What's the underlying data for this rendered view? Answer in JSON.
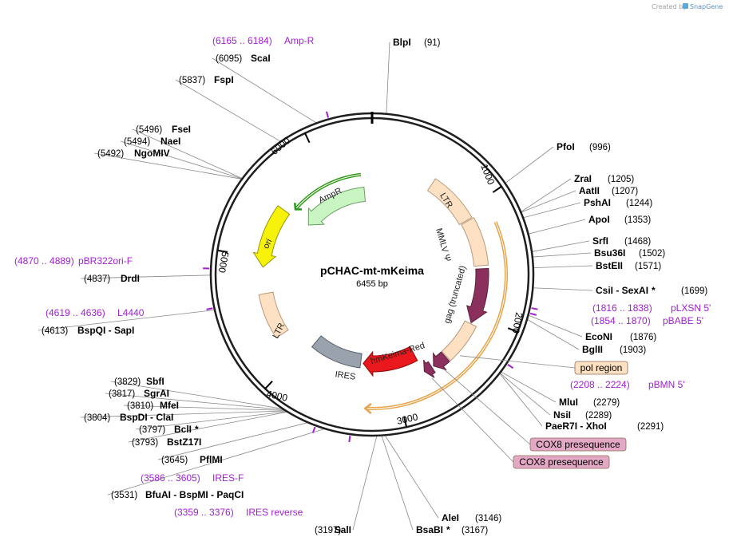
{
  "watermark": {
    "prefix": "Created by",
    "brand": "SnapGene"
  },
  "plasmid": {
    "name": "pCHAC-mt-mKeima",
    "size_label": "6455 bp",
    "length": 6455
  },
  "ticks": [
    "1000",
    "2000",
    "3000",
    "4000",
    "5000",
    "6000"
  ],
  "colors": {
    "primer": "#a020d0",
    "backbone": "#1e1e1e"
  },
  "sites": [
    {
      "name": "BlpI",
      "pos": "(91)",
      "star": ""
    },
    {
      "name": "PfoI",
      "pos": "(996)",
      "star": ""
    },
    {
      "name": "ZraI",
      "pos": "(1205)",
      "star": ""
    },
    {
      "name": "AatII",
      "pos": "(1207)",
      "star": ""
    },
    {
      "name": "PshAI",
      "pos": "(1244)",
      "star": ""
    },
    {
      "name": "ApoI",
      "pos": "(1353)",
      "star": ""
    },
    {
      "name": "SrfI",
      "pos": "(1468)",
      "star": ""
    },
    {
      "name": "Bsu36I",
      "pos": "(1502)",
      "star": ""
    },
    {
      "name": "BstEII",
      "pos": "(1571)",
      "star": ""
    },
    {
      "name": "CsiI - SexAI",
      "pos": "(1699)",
      "star": "*"
    },
    {
      "name": "EcoNI",
      "pos": "(1876)",
      "star": ""
    },
    {
      "name": "BglII",
      "pos": "(1903)",
      "star": ""
    },
    {
      "name": "MluI",
      "pos": "(2279)",
      "star": ""
    },
    {
      "name": "NsiI",
      "pos": "(2289)",
      "star": ""
    },
    {
      "name": "PaeR7I - XhoI",
      "pos": "(2291)",
      "star": ""
    },
    {
      "name": "AleI",
      "pos": "(3146)",
      "star": ""
    },
    {
      "name": "BsaBI",
      "pos": "(3167)",
      "star": "*"
    },
    {
      "name": "SalI",
      "pos": "(3197)",
      "star": ""
    },
    {
      "name": "BfuAI - BspMI - PaqCI",
      "pos": "(3531)",
      "star": ""
    },
    {
      "name": "PflMI",
      "pos": "(3645)",
      "star": ""
    },
    {
      "name": "BstZ17I",
      "pos": "(3793)",
      "star": ""
    },
    {
      "name": "BclI",
      "pos": "(3797)",
      "star": "*"
    },
    {
      "name": "BspDI - ClaI",
      "pos": "(3804)",
      "star": ""
    },
    {
      "name": "MfeI",
      "pos": "(3810)",
      "star": ""
    },
    {
      "name": "SgrAI",
      "pos": "(3817)",
      "star": ""
    },
    {
      "name": "SbfI",
      "pos": "(3829)",
      "star": ""
    },
    {
      "name": "BspQI - SapI",
      "pos": "(4613)",
      "star": ""
    },
    {
      "name": "DrdI",
      "pos": "(4837)",
      "star": ""
    },
    {
      "name": "NgoMIV",
      "pos": "(5492)",
      "star": ""
    },
    {
      "name": "NaeI",
      "pos": "(5494)",
      "star": ""
    },
    {
      "name": "FseI",
      "pos": "(5496)",
      "star": ""
    },
    {
      "name": "FspI",
      "pos": "(5837)",
      "star": ""
    },
    {
      "name": "ScaI",
      "pos": "(6095)",
      "star": ""
    }
  ],
  "primers": [
    {
      "range": "(6165 .. 6184)",
      "name": "Amp-R"
    },
    {
      "range": "(1816 .. 1838)",
      "name": "pLXSN 5'"
    },
    {
      "range": "(1854 .. 1870)",
      "name": "pBABE 5'"
    },
    {
      "range": "(2208 .. 2224)",
      "name": "pBMN 5'"
    },
    {
      "range": "(3586 .. 3605)",
      "name": "IRES-F"
    },
    {
      "range": "(3359 .. 3376)",
      "name": "IRES reverse"
    },
    {
      "range": "(4619 .. 4636)",
      "name": "L4440"
    },
    {
      "range": "(4870 .. 4889)",
      "name": "pBR322ori-F"
    }
  ],
  "features": [
    {
      "name": "LTR",
      "color": "#fde1c2"
    },
    {
      "name": "MMLV Ψ",
      "color": "#fde1c2"
    },
    {
      "name": "gag (truncated)",
      "color": "#fde1c2"
    },
    {
      "name": "hmKeima-Red",
      "color": "#e8181c"
    },
    {
      "name": "IRES",
      "color": "#9aa3ad"
    },
    {
      "name": "LTR",
      "color": "#fde1c2"
    },
    {
      "name": "ori",
      "color": "#f7f20a"
    },
    {
      "name": "AmpR",
      "color": "#c9f5c2"
    }
  ],
  "boxed_labels": [
    {
      "name": "pol region",
      "color": "#fde1c2"
    },
    {
      "name": "COX8 presequence",
      "color": "#e3a8c4"
    },
    {
      "name": "COX8 presequence",
      "color": "#e3a8c4"
    }
  ]
}
